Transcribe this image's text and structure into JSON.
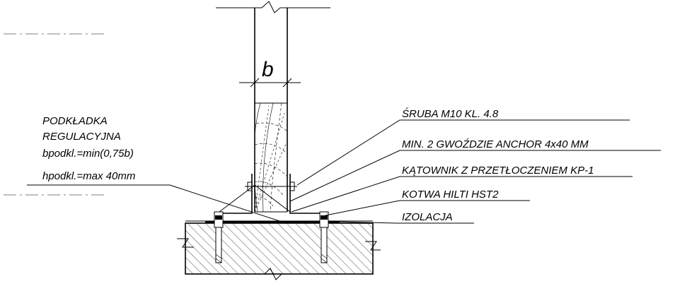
{
  "dimension_label": "b",
  "left_note": {
    "line1": "PODKŁADKA",
    "line2": "REGULACYJNA",
    "line3": "bpodkl.=min(0,75b)",
    "line4": "hpodkl.=max 40mm"
  },
  "callouts": {
    "screw": "ŚRUBA M10 KL. 4.8",
    "nails": "MIN. 2 GWOŹDZIE ANCHOR 4x40 MM",
    "bracket": "KĄTOWNIK Z PRZETŁOCZENIEM KP-1",
    "anchor": "KOTWA HILTI HST2",
    "insulation": "IZOLACJA"
  }
}
